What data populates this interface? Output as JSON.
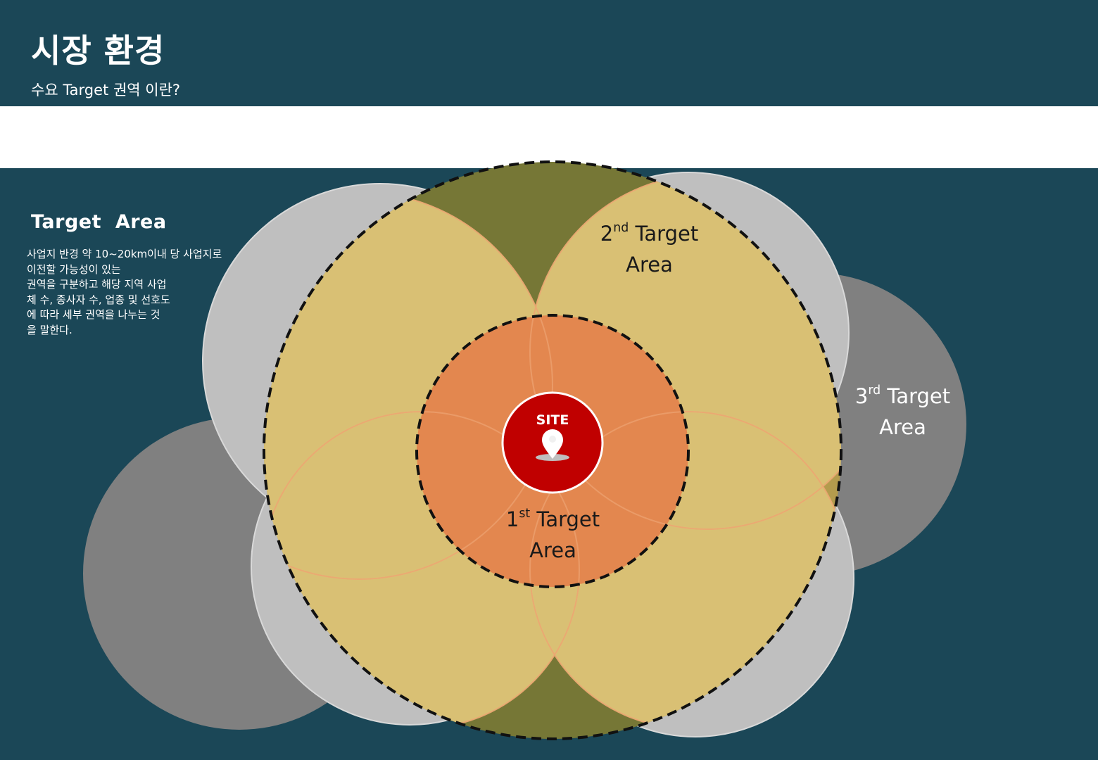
{
  "header": {
    "title": "시장 환경",
    "subtitle": "수요 Target 권역 이란?"
  },
  "sidebar": {
    "title": "Target  Area",
    "description_lines": [
      "사업지 반경 약 10~20km이내 당 사업지로",
      "이전할 가능성이 있는",
      "권역을 구분하고 해당 지역 사업",
      "체 수, 종사자 수, 업종 및 선호도",
      "에 따라 세부 권역을 나누는 것",
      "을 말한다."
    ]
  },
  "diagram": {
    "site_label": "SITE",
    "areas": [
      {
        "number": "1",
        "suffix": "st",
        "name": "Target",
        "line2": "Area"
      },
      {
        "number": "2",
        "suffix": "nd",
        "name": "Target",
        "line2": "Area"
      },
      {
        "number": "3",
        "suffix": "rd",
        "name": "Target",
        "line2": "Area"
      }
    ],
    "colors": {
      "background": "#1b4757",
      "first_area": "#e3874f",
      "second_area": "#d9c074",
      "third_area": "#bfbfbf",
      "outer_dark": "#808080",
      "olive": "#767736",
      "site": "#c00000",
      "text_dark": "#1a1a1a",
      "text_light": "#ffffff"
    },
    "site_icon": "location-pin-icon"
  }
}
